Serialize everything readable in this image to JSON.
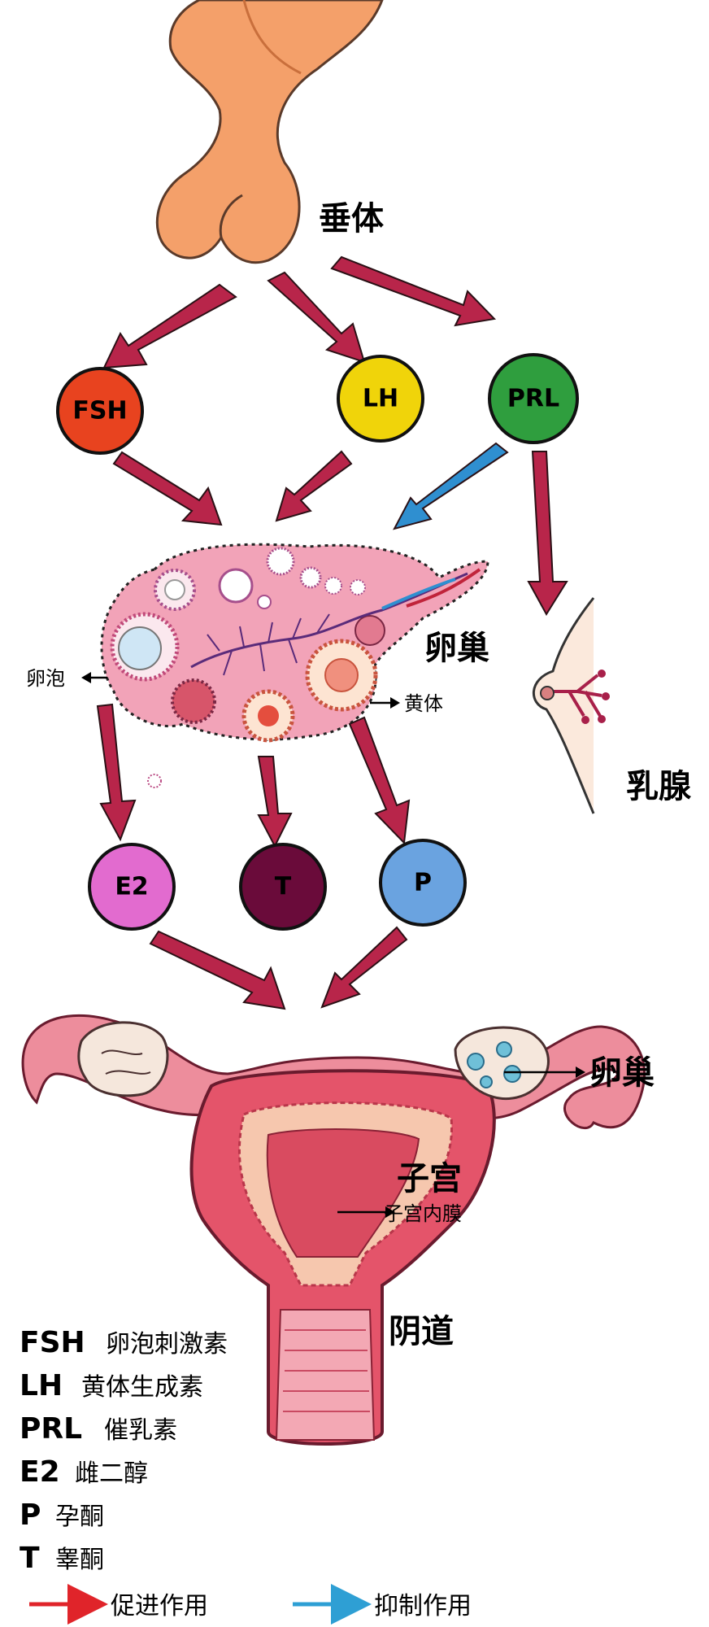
{
  "title": "",
  "labels": {
    "pituitary": "垂体",
    "ovary": "卵巢",
    "follicle": "卵泡",
    "corpus_luteum": "黄体",
    "mammary": "乳腺",
    "ovary2": "卵巢",
    "uterus": "子宫",
    "endometrium": "子宫内膜",
    "vagina": "阴道"
  },
  "nodes": [
    {
      "id": "fsh",
      "label": "FSH",
      "color": "#e8431f"
    },
    {
      "id": "lh",
      "label": "LH",
      "color": "#f0d40a"
    },
    {
      "id": "prl",
      "label": "PRL",
      "color": "#2f9e3e"
    },
    {
      "id": "e2",
      "label": "E2",
      "color": "#e26bcf"
    },
    {
      "id": "t",
      "label": "T",
      "color": "#6a0b3a"
    },
    {
      "id": "p",
      "label": "P",
      "color": "#6aa3e0"
    }
  ],
  "legend": [
    {
      "key": "FSH",
      "value": "卵泡刺激素"
    },
    {
      "key": "LH",
      "value": "黄体生成素"
    },
    {
      "key": "PRL",
      "value": "催乳素"
    },
    {
      "key": "E2",
      "value": "雌二醇"
    },
    {
      "key": "P",
      "value": "孕酮"
    },
    {
      "key": "T",
      "value": "睾酮"
    }
  ],
  "arrow_legend": {
    "promote": "促进作用",
    "inhibit": "抑制作用",
    "promote_color": "#e0242a",
    "inhibit_color": "#2e9fd4"
  },
  "colors": {
    "arrow": "#b8254a",
    "inhibit_arrow": "#2f8fd0",
    "pituitary": "#f4a06a",
    "ovary": "#f2a3b8",
    "uterus": "#e4546a"
  }
}
